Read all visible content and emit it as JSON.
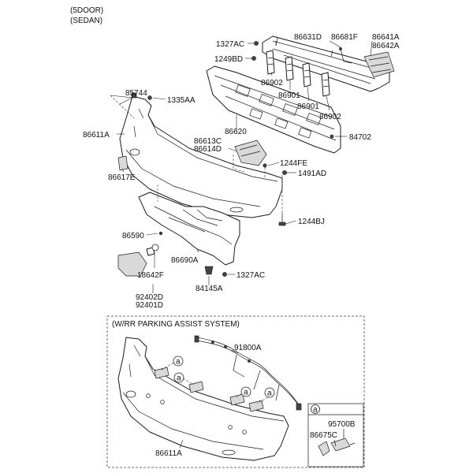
{
  "header": {
    "line1": "(5DOOR)",
    "line2": "(SEDAN)"
  },
  "labels": {
    "p1327AC_top": "1327AC",
    "p86631D": "86631D",
    "p86681F": "86681F",
    "p86641A": "86641A",
    "p86642A": "86642A",
    "p1249BD": "1249BD",
    "p86902_a": "86902",
    "p86901_a": "86901",
    "p86901_b": "86901",
    "p86902_b": "86902",
    "p85744": "85744",
    "p1335AA": "1335AA",
    "p86620": "86620",
    "p86611A": "86611A",
    "p84702": "84702",
    "p86613C": "86613C",
    "p86614D": "86614D",
    "p1244FE": "1244FE",
    "p1491AD": "1491AD",
    "p86617E": "86617E",
    "p1244BJ": "1244BJ",
    "p86590": "86590",
    "p86690A": "86690A",
    "p18642F": "18642F",
    "p1327AC_bot": "1327AC",
    "p84145A": "84145A",
    "p92402D": "92402D",
    "p92401D": "92401D",
    "inset_title": "(W/RR PARKING ASSIST SYSTEM)",
    "p91800A": "91800A",
    "p86611A_bot": "86611A",
    "p95700B": "95700B",
    "p86675C": "86675C",
    "callout": "a"
  }
}
